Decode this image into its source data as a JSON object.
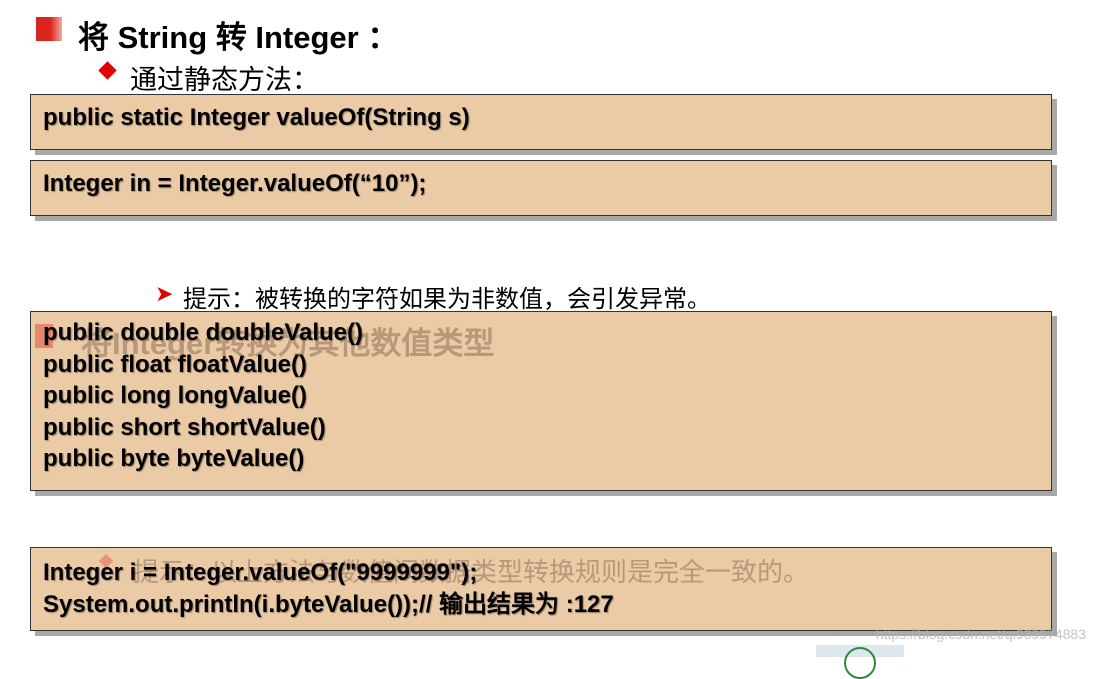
{
  "title": "将 String 转 Integer ：",
  "subtitle": "通过静态方法：",
  "box1": {
    "line": "public static Integer valueOf(String s)"
  },
  "box2": {
    "line": "Integer in = Integer.valueOf(“10”);"
  },
  "tip": "提示：被转换的字符如果为非数值，会引发异常。",
  "box3": {
    "ghost_heading": "将Integer转换为其他数值类型",
    "lines": [
      "public double doubleValue()",
      "public float floatValue()",
      "public long longValue()",
      "public short shortValue()",
      "public byte byteValue()"
    ]
  },
  "box4": {
    "ghost_tip": "提示：以上方法与数值间数据类型转换规则是完全一致的。",
    "lines": [
      "Integer i = Integer.valueOf(\"9999999\");",
      "System.out.println(i.byteValue());// 输出结果为 :127"
    ]
  },
  "watermark": "https://blog.csdn.net/qi939974883",
  "colors": {
    "box_bg": "#ebcaa6",
    "accent": "#e00000"
  }
}
